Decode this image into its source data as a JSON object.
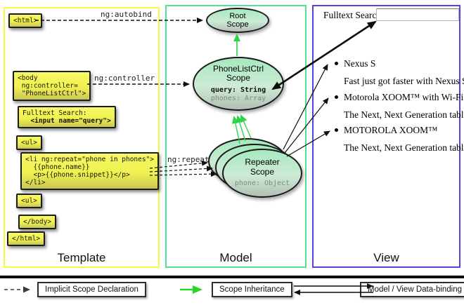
{
  "columns": {
    "template_label": "Template",
    "model_label": "Model",
    "view_label": "View"
  },
  "template_code": {
    "html_open": "<html>",
    "body_open_1": "<body",
    "body_open_2": " ng:controller=",
    "body_open_3": " \"PhoneListCtrl\">",
    "fulltext_1": "Fulltext Search:",
    "fulltext_2": "  <input name=\"query\">",
    "ul_open": "<ul>",
    "li_1": "<li ng:repeat=\"phone in phones\">",
    "li_2": "  {{phone.name}}",
    "li_3": "  <p>{{phone.snippet}}</p>",
    "li_4": "</li>",
    "ul_close": "<ul>",
    "body_close": "</body>",
    "html_close": "</html>"
  },
  "arrow_labels": {
    "autobind": "ng:autobind",
    "controller": "ng:controller",
    "repeat": "ng:repeat"
  },
  "scopes": {
    "root": {
      "line1": "Root",
      "line2": "Scope"
    },
    "phonelist": {
      "line1": "PhoneListCtrl",
      "line2": "Scope",
      "prop1": "query: String",
      "prop2": "phones: Array"
    },
    "repeater": {
      "line1": "Repeater",
      "line2": "Scope",
      "prop1": "phone: Object"
    }
  },
  "view": {
    "search_label": "Fulltext Search:",
    "search_value": "",
    "items": [
      {
        "title": "Nexus S",
        "snippet": "Fast just got faster with Nexus S."
      },
      {
        "title": "Motorola XOOM™ with Wi-Fi",
        "snippet": "The Next, Next Generation tablet."
      },
      {
        "title": "MOTOROLA XOOM™",
        "snippet": "The Next, Next Generation tablet."
      }
    ]
  },
  "legend": {
    "implicit": "Implicit Scope Declaration",
    "inheritance": "Scope Inheritance",
    "binding": "Model / View Data-binding"
  },
  "colors": {
    "template_border": "#f7f73d",
    "model_border": "#52e096",
    "view_border": "#5743d9",
    "inheritance_green": "#2fd44a",
    "legend_green": "#2bd42b"
  }
}
